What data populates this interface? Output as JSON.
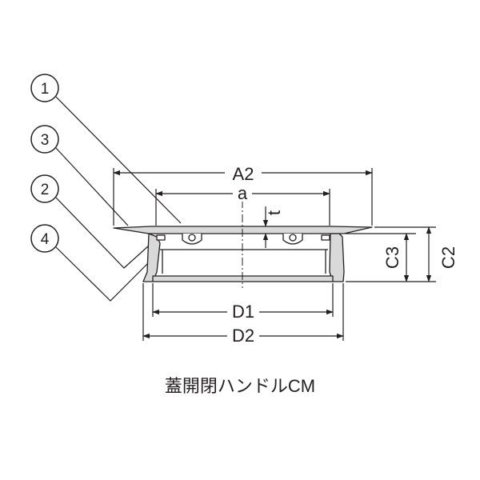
{
  "callouts": [
    "1",
    "3",
    "2",
    "4"
  ],
  "dimensions": {
    "a2": "A2",
    "a": "a",
    "t": "t",
    "c3": "C3",
    "c2": "C2",
    "d1": "D1",
    "d2": "D2"
  },
  "caption": "蓋開閉ハンドルCM",
  "colors": {
    "line": "#231f20",
    "fill": "#d9d9d9",
    "background": "#ffffff"
  }
}
